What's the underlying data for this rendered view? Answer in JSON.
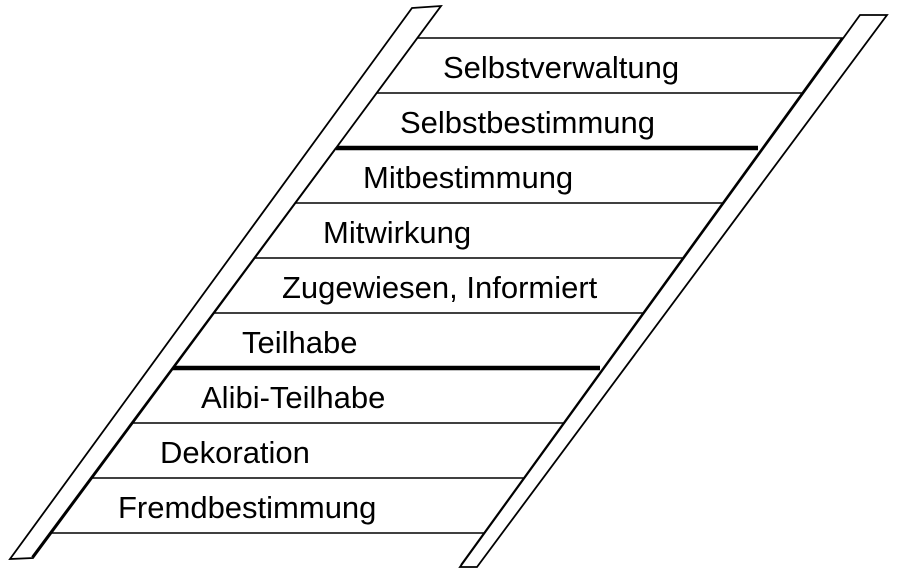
{
  "diagram": {
    "kind": "ladder-of-participation",
    "background_color": "#ffffff",
    "line_color": "#000000",
    "text_color": "#000000",
    "steps": [
      {
        "label": "Selbstverwaltung",
        "thick_divider_below": false
      },
      {
        "label": "Selbstbestimmung",
        "thick_divider_below": true
      },
      {
        "label": "Mitbestimmung",
        "thick_divider_below": false
      },
      {
        "label": "Mitwirkung",
        "thick_divider_below": false
      },
      {
        "label": "Zugewiesen, Informiert",
        "thick_divider_below": false
      },
      {
        "label": "Teilhabe",
        "thick_divider_below": true
      },
      {
        "label": "Alibi-Teilhabe",
        "thick_divider_below": false
      },
      {
        "label": "Dekoration",
        "thick_divider_below": false
      },
      {
        "label": "Fremdbestimmung",
        "thick_divider_below": false
      }
    ]
  }
}
